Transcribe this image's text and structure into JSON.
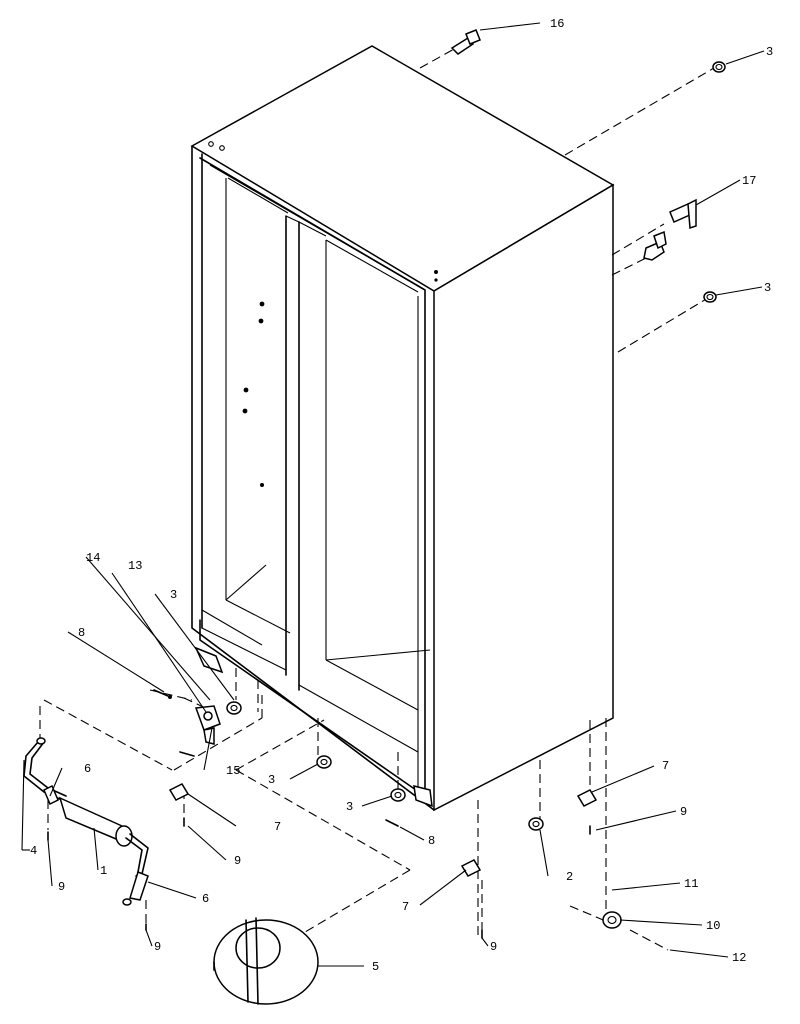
{
  "callouts": {
    "c1": "1",
    "c2": "2",
    "c3a": "3",
    "c3b": "3",
    "c3c": "3",
    "c3d": "3",
    "c3e": "3",
    "c4": "4",
    "c5": "5",
    "c6a": "6",
    "c6b": "6",
    "c7a": "7",
    "c7b": "7",
    "c7c": "7",
    "c8a": "8",
    "c8b": "8",
    "c9a": "9",
    "c9b": "9",
    "c9c": "9",
    "c9d": "9",
    "c9e": "9",
    "c10": "10",
    "c11": "11",
    "c12": "12",
    "c13": "13",
    "c14": "14",
    "c15": "15",
    "c16": "16",
    "c17": "17"
  }
}
